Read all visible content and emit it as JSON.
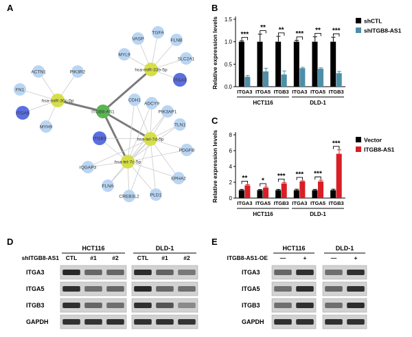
{
  "panels": {
    "A": "A",
    "B": "B",
    "C": "C",
    "D": "D",
    "E": "E"
  },
  "network": {
    "nodes": [
      {
        "id": "ITGB8-AS1",
        "label": "ITGB8-AS1",
        "type": "lnc"
      },
      {
        "id": "miR30c",
        "label": "hsa-miR-30c-5p",
        "type": "mirna"
      },
      {
        "id": "miR33b",
        "label": "hsa-miR-33b-5p",
        "type": "mirna"
      },
      {
        "id": "let7d",
        "label": "hsa-let-7d-5p",
        "type": "mirna"
      },
      {
        "id": "let7c",
        "label": "hsa-let-7c-5p",
        "type": "mirna"
      },
      {
        "id": "ITGA3",
        "label": "ITGA3",
        "type": "integrin"
      },
      {
        "id": "ITGA5",
        "label": "ITGA5",
        "type": "integrin"
      },
      {
        "id": "ITGB3",
        "label": "ITGB3",
        "type": "integrin"
      },
      {
        "id": "ACTN1",
        "label": "ACTN1",
        "type": "gene"
      },
      {
        "id": "PIK3R2",
        "label": "PIK3R2",
        "type": "gene"
      },
      {
        "id": "FN1",
        "label": "FN1",
        "type": "gene"
      },
      {
        "id": "MYH9",
        "label": "MYH9",
        "type": "gene"
      },
      {
        "id": "VASP",
        "label": "VASP",
        "type": "gene"
      },
      {
        "id": "TGFA",
        "label": "TGFA",
        "type": "gene"
      },
      {
        "id": "FLNB",
        "label": "FLNB",
        "type": "gene"
      },
      {
        "id": "MYL9",
        "label": "MYL9",
        "type": "gene"
      },
      {
        "id": "SLC2A1",
        "label": "SLC2A1",
        "type": "gene"
      },
      {
        "id": "CDH1",
        "label": "CDH1",
        "type": "gene"
      },
      {
        "id": "ADCY9",
        "label": "ADCY9",
        "type": "gene"
      },
      {
        "id": "PIK3AP1",
        "label": "PIK3AP1",
        "type": "gene"
      },
      {
        "id": "TLN1",
        "label": "TLN1",
        "type": "gene"
      },
      {
        "id": "PDGFB",
        "label": "PDGFB",
        "type": "gene"
      },
      {
        "id": "IQGAP3",
        "label": "IQGAP3",
        "type": "gene"
      },
      {
        "id": "EPHA2",
        "label": "EPHA2",
        "type": "gene"
      },
      {
        "id": "FLNA",
        "label": "FLNA",
        "type": "gene"
      },
      {
        "id": "CREB3L2",
        "label": "CREB3L2",
        "type": "gene"
      },
      {
        "id": "PLD1",
        "label": "PLD1",
        "type": "gene"
      }
    ],
    "edges": [
      [
        "ITGB8-AS1",
        "miR30c",
        "thick"
      ],
      [
        "ITGB8-AS1",
        "miR33b",
        "thick"
      ],
      [
        "ITGB8-AS1",
        "let7d",
        "thick"
      ],
      [
        "ITGB8-AS1",
        "let7c",
        "thick"
      ],
      [
        "miR30c",
        "ACTN1",
        "thin"
      ],
      [
        "miR30c",
        "PIK3R2",
        "thin"
      ],
      [
        "miR30c",
        "FN1",
        "thin"
      ],
      [
        "miR30c",
        "ITGA5",
        "thin"
      ],
      [
        "miR30c",
        "MYH9",
        "thin"
      ],
      [
        "miR33b",
        "VASP",
        "thin"
      ],
      [
        "miR33b",
        "TGFA",
        "thin"
      ],
      [
        "miR33b",
        "FLNB",
        "thin"
      ],
      [
        "miR33b",
        "MYL9",
        "thin"
      ],
      [
        "miR33b",
        "SLC2A1",
        "thin"
      ],
      [
        "miR33b",
        "ITGA3",
        "thin"
      ],
      [
        "let7d",
        "CDH1",
        "thin"
      ],
      [
        "let7d",
        "ADCY9",
        "thin"
      ],
      [
        "let7d",
        "PIK3AP1",
        "thin"
      ],
      [
        "let7d",
        "TLN1",
        "thin"
      ],
      [
        "let7d",
        "PDGFB",
        "thin"
      ],
      [
        "let7d",
        "ITGB3",
        "thin"
      ],
      [
        "let7d",
        "EPHA2",
        "thin"
      ],
      [
        "let7d",
        "PLD1",
        "thin"
      ],
      [
        "let7d",
        "let7c",
        "thin"
      ],
      [
        "let7d",
        "CREB3L2",
        "thin"
      ],
      [
        "let7d",
        "IQGAP3",
        "thin"
      ],
      [
        "let7d",
        "FLNA",
        "thin"
      ],
      [
        "let7c",
        "IQGAP3",
        "thin"
      ],
      [
        "let7c",
        "FLNA",
        "thin"
      ],
      [
        "let7c",
        "CREB3L2",
        "thin"
      ],
      [
        "let7c",
        "PLD1",
        "thin"
      ],
      [
        "let7c",
        "EPHA2",
        "thin"
      ],
      [
        "let7c",
        "PDGFB",
        "thin"
      ],
      [
        "let7c",
        "TLN1",
        "thin"
      ],
      [
        "let7c",
        "ITGB3",
        "thin"
      ],
      [
        "let7c",
        "CDH1",
        "thin"
      ],
      [
        "let7c",
        "ADCY9",
        "thin"
      ],
      [
        "let7c",
        "PIK3AP1",
        "thin"
      ]
    ],
    "colors": {
      "lnc": "#5ab552",
      "mirna": "#d6df4a",
      "integrin": "#5b6fe0",
      "gene": "#b9d5f2",
      "thick_edge": "#7a7a7a",
      "thin_edge": "#c9c9c9"
    }
  },
  "chart_data": [
    {
      "type": "bar",
      "panel": "B",
      "ylabel": "Relative expression levels",
      "ylim": [
        0,
        1.5
      ],
      "yticks": [
        "0.0",
        "0.5",
        "1.0",
        "1.5"
      ],
      "categories": [
        "ITGA3",
        "ITGA5",
        "ITGB3",
        "ITGA3",
        "ITGA5",
        "ITGB3"
      ],
      "groups": [
        {
          "label": "HCT116",
          "start": 0,
          "end": 2
        },
        {
          "label": "DLD-1",
          "start": 3,
          "end": 5
        }
      ],
      "series": [
        {
          "name": "shCTL",
          "color": "#000000",
          "values": [
            1.0,
            1.0,
            1.0,
            1.0,
            1.0,
            1.0
          ],
          "errors": [
            0.02,
            0.17,
            0.12,
            0.03,
            0.11,
            0.1
          ]
        },
        {
          "name": "shITGB8-AS1",
          "color": "#4f8ea8",
          "values": [
            0.22,
            0.34,
            0.27,
            0.41,
            0.4,
            0.3
          ],
          "errors": [
            0.03,
            0.07,
            0.08,
            0.02,
            0.02,
            0.04
          ]
        }
      ],
      "significance": [
        "***",
        "**",
        "**",
        "***",
        "**",
        "***"
      ]
    },
    {
      "type": "bar",
      "panel": "C",
      "ylabel": "Relative expression levels",
      "ylim": [
        0,
        8
      ],
      "yticks": [
        "0",
        "2",
        "4",
        "6",
        "8"
      ],
      "categories": [
        "ITGA3",
        "ITGA5",
        "ITGB3",
        "ITGA3",
        "ITGA5",
        "ITGB3"
      ],
      "groups": [
        {
          "label": "HCT116",
          "start": 0,
          "end": 2
        },
        {
          "label": "DLD-1",
          "start": 3,
          "end": 5
        }
      ],
      "series": [
        {
          "name": "Vector",
          "color": "#000000",
          "values": [
            1.0,
            1.0,
            1.0,
            1.0,
            1.0,
            1.0
          ],
          "errors": [
            0.1,
            0.08,
            0.1,
            0.12,
            0.1,
            0.12
          ]
        },
        {
          "name": "ITGB8-AS1",
          "color": "#d91f26",
          "values": [
            1.6,
            1.3,
            1.85,
            2.1,
            2.1,
            5.6
          ],
          "errors": [
            0.1,
            0.1,
            0.12,
            0.08,
            0.15,
            0.5
          ]
        }
      ],
      "significance": [
        "**",
        "*",
        "***",
        "***",
        "***",
        "***"
      ]
    }
  ],
  "blotD": {
    "group_label": "shITGB8-AS1",
    "cell_lines": [
      "HCT116",
      "DLD-1"
    ],
    "lanes": [
      "CTL",
      "#1",
      "#2"
    ],
    "proteins": [
      "ITGA3",
      "ITGA5",
      "ITGB3",
      "GAPDH"
    ],
    "intensity": [
      [
        [
          0.95,
          0.6,
          0.6
        ],
        [
          0.92,
          0.62,
          0.5
        ]
      ],
      [
        [
          0.9,
          0.55,
          0.6
        ],
        [
          0.95,
          0.6,
          0.55
        ]
      ],
      [
        [
          0.9,
          0.6,
          0.55
        ],
        [
          0.9,
          0.7,
          0.4
        ]
      ],
      [
        [
          0.9,
          0.88,
          0.9
        ],
        [
          0.9,
          0.9,
          0.88
        ]
      ]
    ]
  },
  "blotE": {
    "group_label": "ITGB8-AS1-OE",
    "cell_lines": [
      "HCT116",
      "DLD-1"
    ],
    "lanes": [
      "—",
      "+"
    ],
    "proteins": [
      "ITGA3",
      "ITGA5",
      "ITGB3",
      "GAPDH"
    ],
    "intensity": [
      [
        [
          0.6,
          0.9
        ],
        [
          0.55,
          0.9
        ]
      ],
      [
        [
          0.55,
          0.92
        ],
        [
          0.6,
          0.9
        ]
      ],
      [
        [
          0.55,
          0.9
        ],
        [
          0.55,
          0.92
        ]
      ],
      [
        [
          0.9,
          0.9
        ],
        [
          0.9,
          0.9
        ]
      ]
    ]
  }
}
